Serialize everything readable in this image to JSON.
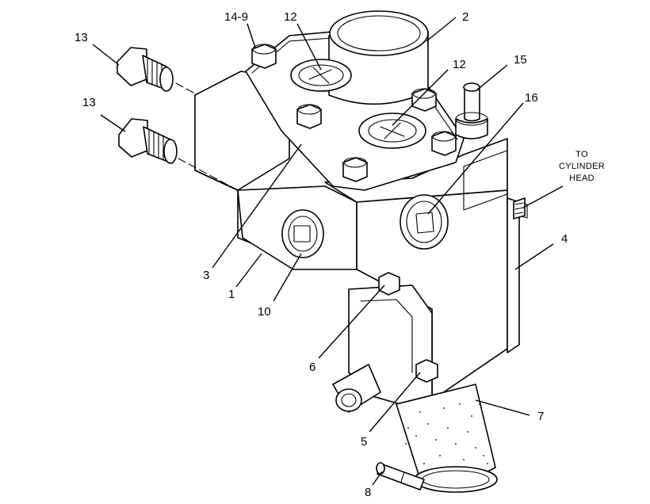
{
  "callouts": {
    "c1": "1",
    "c2": "2",
    "c3": "3",
    "c4": "4",
    "c5": "5",
    "c6": "6",
    "c7": "7",
    "c8": "8",
    "c10": "10",
    "c12a": "12",
    "c12b": "12",
    "c13a": "13",
    "c13b": "13",
    "c14_9": "14-9",
    "c15": "15",
    "c16": "16"
  },
  "note": {
    "line1": "TO",
    "line2": "CYLINDER",
    "line3": "HEAD"
  }
}
